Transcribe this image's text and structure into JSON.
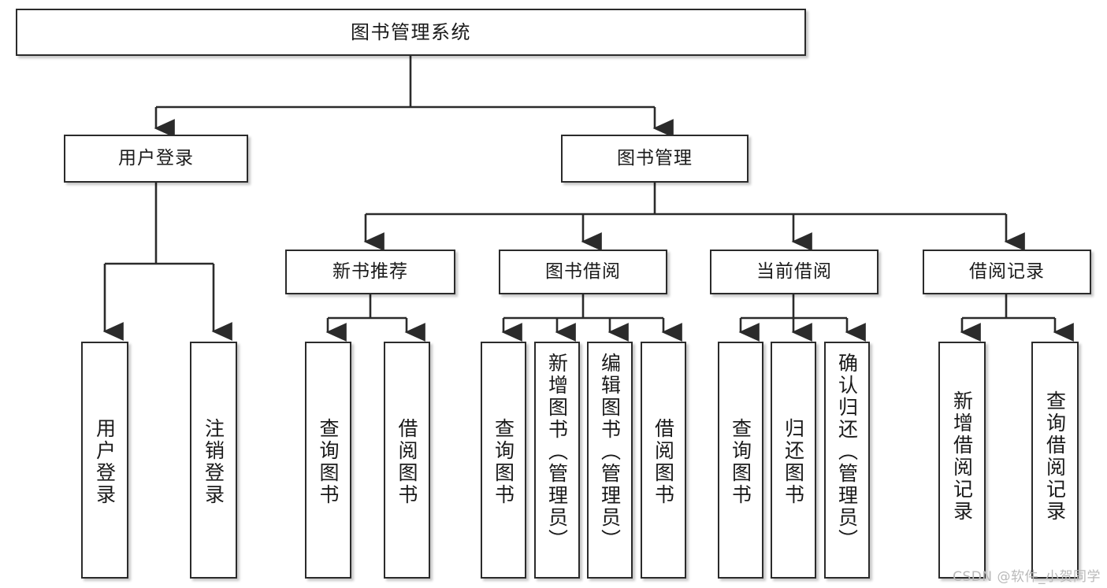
{
  "diagram": {
    "title": "图书管理系统",
    "type": "tree-hierarchy-diagram",
    "root": {
      "id": "root",
      "label": "图书管理系统"
    },
    "level1": [
      {
        "id": "user-login",
        "label": "用户登录"
      },
      {
        "id": "book-management",
        "label": "图书管理"
      }
    ],
    "level2": [
      {
        "id": "new-book-recommend",
        "label": "新书推荐",
        "parent": "book-management"
      },
      {
        "id": "book-borrow",
        "label": "图书借阅",
        "parent": "book-management"
      },
      {
        "id": "current-borrow",
        "label": "当前借阅",
        "parent": "book-management"
      },
      {
        "id": "borrow-record",
        "label": "借阅记录",
        "parent": "book-management"
      }
    ],
    "leaves": [
      {
        "id": "leaf-user-login",
        "label": "用户登录",
        "parent": "user-login"
      },
      {
        "id": "leaf-user-logout",
        "label": "注销登录",
        "parent": "user-login"
      },
      {
        "id": "leaf-query-book-1",
        "label": "查询图书",
        "parent": "new-book-recommend"
      },
      {
        "id": "leaf-borrow-book-1",
        "label": "借阅图书",
        "parent": "new-book-recommend"
      },
      {
        "id": "leaf-query-book-2",
        "label": "查询图书",
        "parent": "book-borrow"
      },
      {
        "id": "leaf-add-book",
        "label": "新增图书（管理员）",
        "parent": "book-borrow"
      },
      {
        "id": "leaf-edit-book",
        "label": "编辑图书（管理员）",
        "parent": "book-borrow"
      },
      {
        "id": "leaf-borrow-book-2",
        "label": "借阅图书",
        "parent": "book-borrow"
      },
      {
        "id": "leaf-query-book-3",
        "label": "查询图书",
        "parent": "current-borrow"
      },
      {
        "id": "leaf-return-book",
        "label": "归还图书",
        "parent": "current-borrow"
      },
      {
        "id": "leaf-confirm-return",
        "label": "确认归还（管理员）",
        "parent": "current-borrow"
      },
      {
        "id": "leaf-add-record",
        "label": "新增借阅记录",
        "parent": "borrow-record"
      },
      {
        "id": "leaf-query-record",
        "label": "查询借阅记录",
        "parent": "borrow-record"
      }
    ]
  },
  "watermark": {
    "text": "CSDN @软件_小贺同学"
  },
  "colors": {
    "stroke": "#2b2b2b",
    "fill": "#ffffff",
    "text": "#1a1a1a",
    "watermark": "#b9b9b9"
  }
}
